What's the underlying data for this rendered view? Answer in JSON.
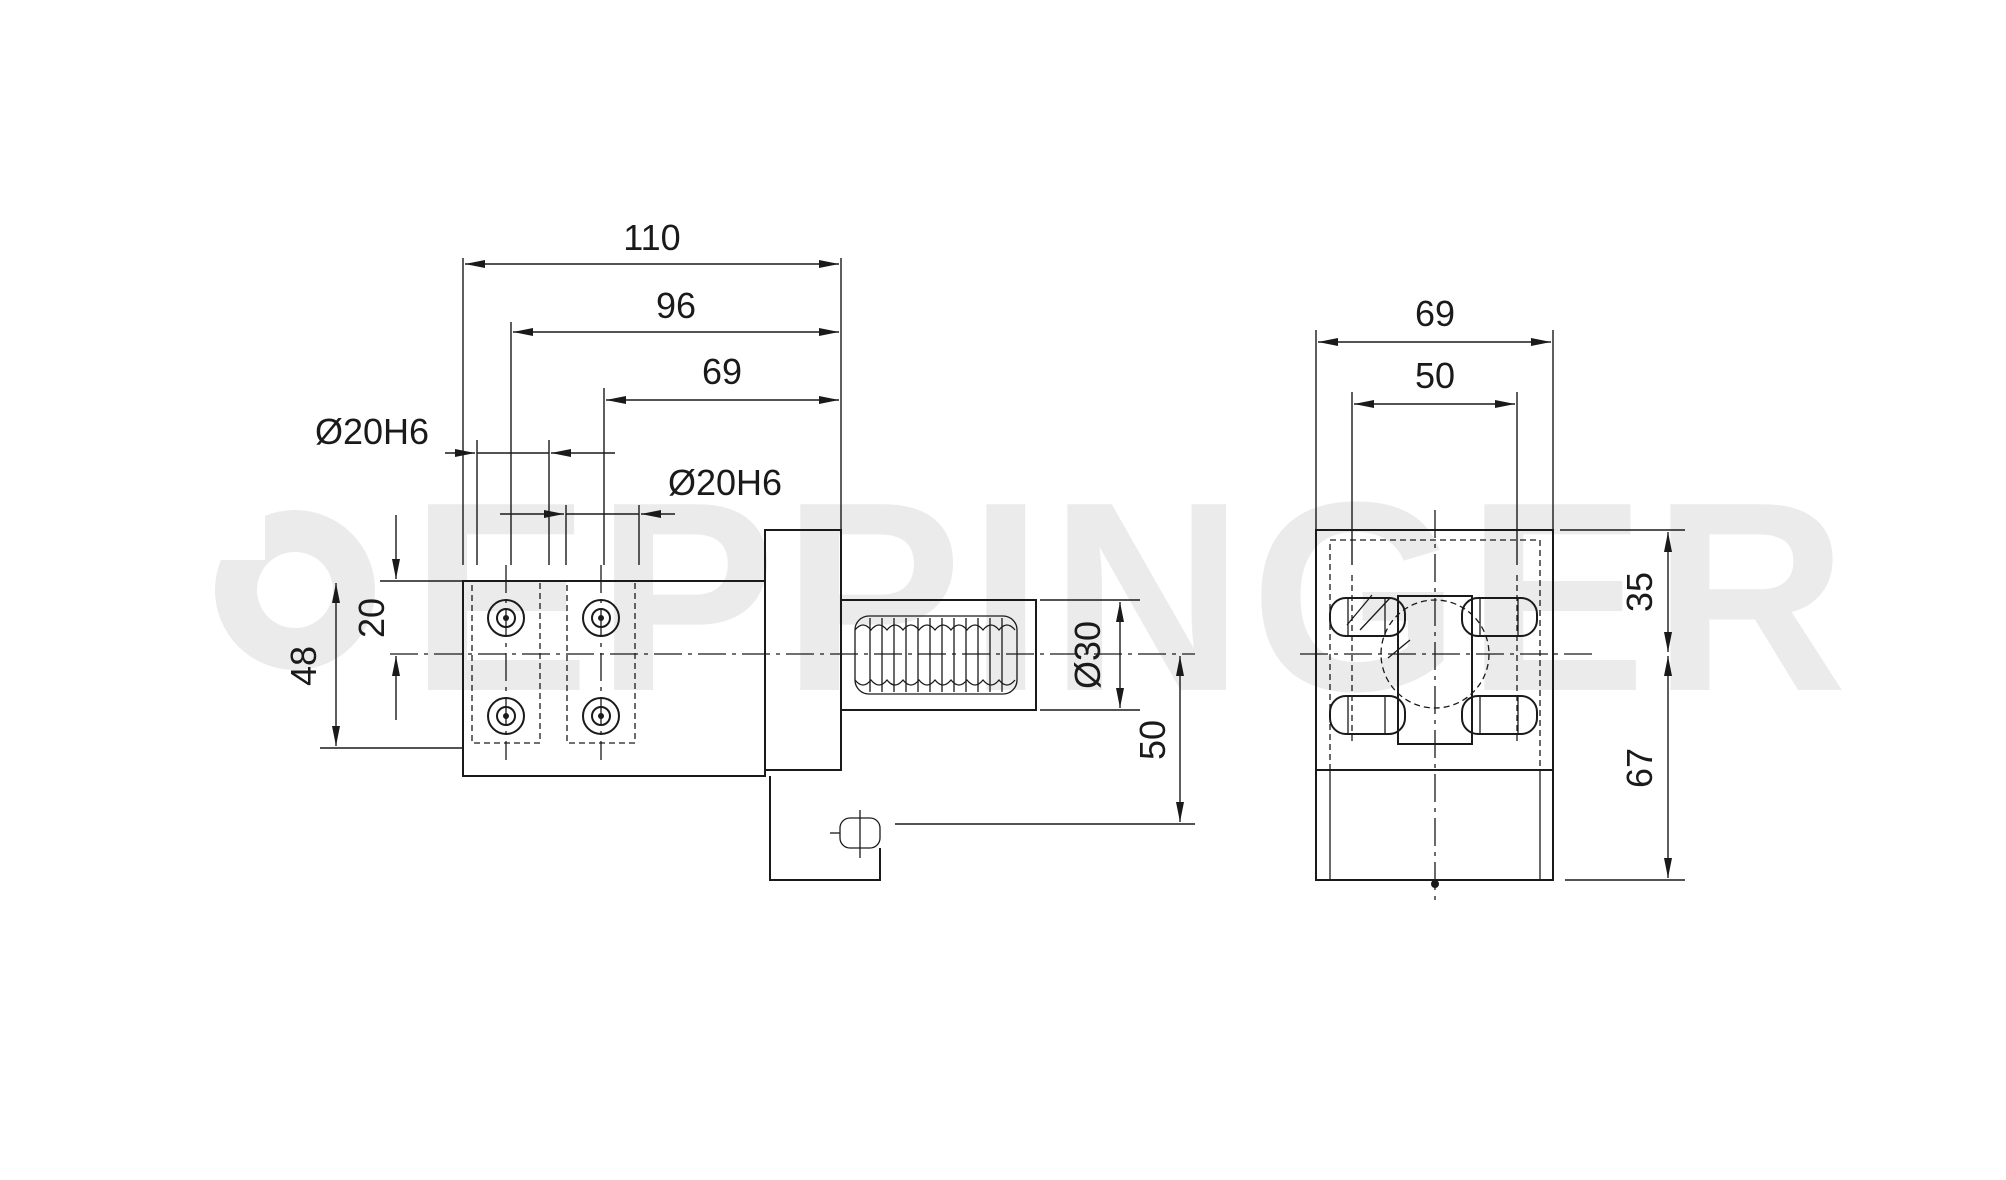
{
  "watermark": {
    "text": "EPPINGER"
  },
  "side_view": {
    "dims": {
      "overall_length": "110",
      "length_96": "96",
      "length_69": "69",
      "bore_left": "Ø20H6",
      "bore_right": "Ø20H6",
      "height_20": "20",
      "height_48": "48",
      "shank_diameter": "Ø30",
      "center_height": "50"
    }
  },
  "end_view": {
    "dims": {
      "width_69": "69",
      "width_50": "50",
      "height_35": "35",
      "height_67": "67"
    }
  },
  "colors": {
    "line": "#1a1a1a",
    "watermark": "#ebebeb"
  }
}
